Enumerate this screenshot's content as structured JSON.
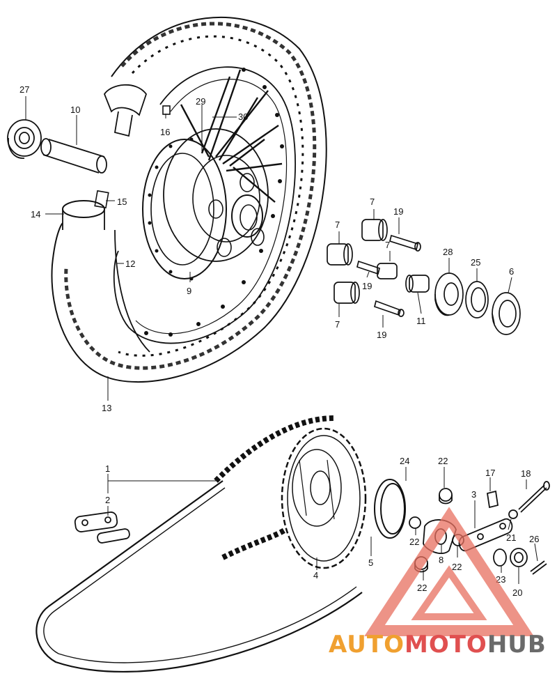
{
  "labels": {
    "p27": "27",
    "p10": "10",
    "p29": "29",
    "p30": "30",
    "p16": "16",
    "p15": "15",
    "p14": "14",
    "p12": "12",
    "p9": "9",
    "p13": "13",
    "p7a": "7",
    "p19a": "19",
    "p7b": "7",
    "p7c": "7",
    "p19b": "19",
    "p7d": "7",
    "p11": "11",
    "p19c": "19",
    "p28": "28",
    "p25": "25",
    "p6": "6",
    "p1": "1",
    "p2": "2",
    "p4": "4",
    "p24": "24",
    "p5": "5",
    "p22a": "22",
    "p17": "17",
    "p18": "18",
    "p3": "3",
    "p21": "21",
    "p22b": "22",
    "p8": "8",
    "p22c": "22",
    "p26": "26",
    "p23": "23",
    "p20": "20",
    "p22d": "22"
  },
  "watermark": {
    "part1": "AUTO",
    "part2": "MOTO",
    "part3": "HUB"
  },
  "colors": {
    "ink": "#111111",
    "wm_orange": "#f0a030",
    "wm_red": "#e05050",
    "wm_gray": "#6a6a6a",
    "wm_tri": "#e87060"
  }
}
